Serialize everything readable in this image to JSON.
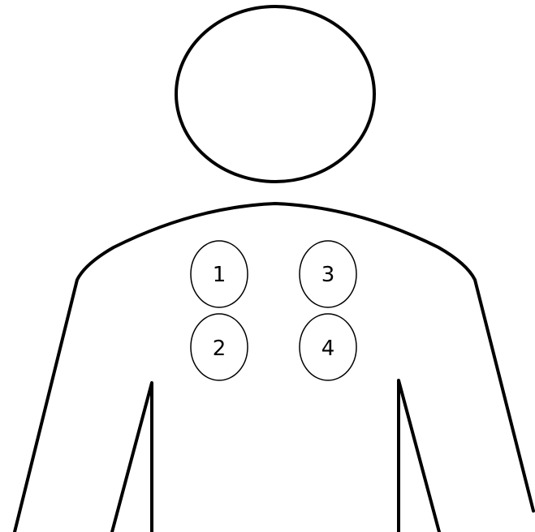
{
  "diagram": {
    "sites": [
      {
        "label": "1"
      },
      {
        "label": "2"
      },
      {
        "label": "3"
      },
      {
        "label": "4"
      }
    ]
  },
  "colors": {
    "background": "#ffffff",
    "stroke": "#000000"
  }
}
